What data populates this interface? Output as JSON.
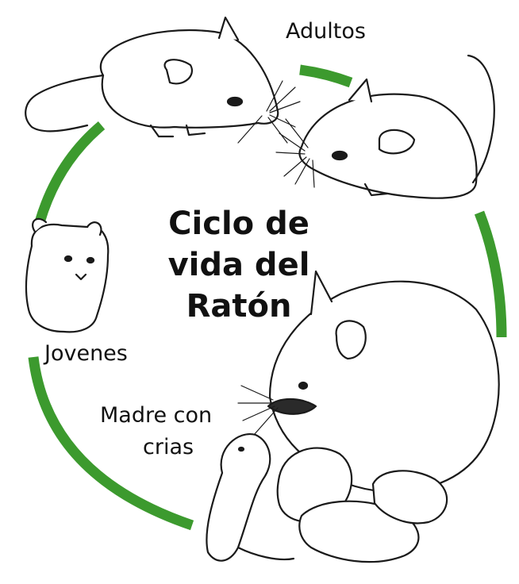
{
  "diagram": {
    "title_lines": [
      "Ciclo de",
      "vida del",
      "Ratón"
    ],
    "stages": {
      "adults": "Adultos",
      "young": "Jovenes",
      "mother_line1": "Madre con",
      "mother_line2": "crias"
    },
    "colors": {
      "arrow_arc": "#3c9a2e",
      "line_art": "#1a1a1a"
    },
    "illustrations": [
      "adult-mouse-left",
      "adult-mouse-right",
      "young-mouse",
      "mother-mouse",
      "baby-mice"
    ]
  }
}
